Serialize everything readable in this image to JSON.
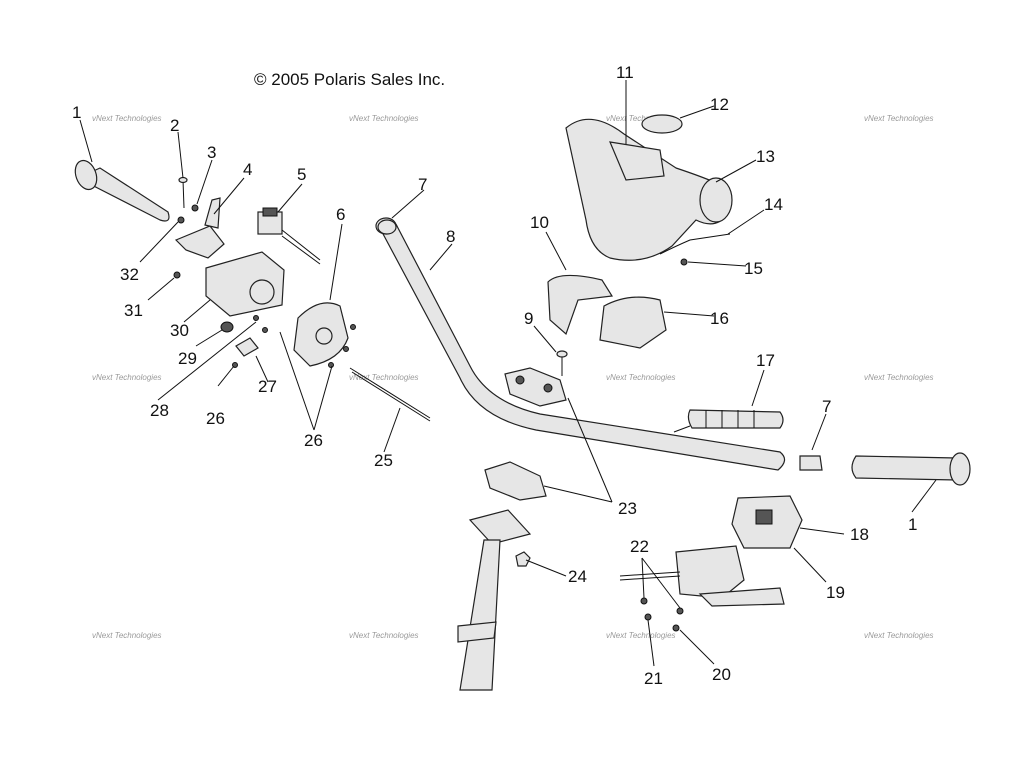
{
  "copyright": "© 2005 Polaris Sales Inc.",
  "watermark": "vNext Technologies",
  "callouts": [
    "1",
    "2",
    "3",
    "4",
    "5",
    "6",
    "7",
    "8",
    "9",
    "10",
    "11",
    "12",
    "13",
    "14",
    "15",
    "16",
    "17",
    "18",
    "19",
    "20",
    "21",
    "22",
    "23",
    "24",
    "25",
    "26",
    "27",
    "28",
    "29",
    "30",
    "31",
    "32"
  ],
  "callouts_repeated": {
    "1b": "1",
    "7b": "7",
    "26b": "26"
  }
}
